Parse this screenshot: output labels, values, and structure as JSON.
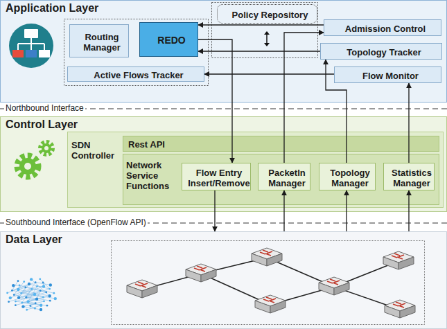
{
  "diagram": {
    "nodes": [
      {
        "text": [
          "Application Layer"
        ]
      },
      {
        "text": [
          "Policy Repository"
        ],
        "in": 0
      },
      {
        "text": [
          "Routing Manager"
        ],
        "in": 0
      },
      {
        "text": [
          "REDO"
        ],
        "in": 0
      },
      {
        "text": [
          "Admission Control"
        ],
        "in": 0
      },
      {
        "text": [
          "Topology Tracker"
        ],
        "in": 0
      },
      {
        "text": [
          "Active Flows Tracker"
        ],
        "in": 0
      },
      {
        "text": [
          "Flow Monitor"
        ],
        "in": 0
      },
      {
        "text": [
          "Control Layer"
        ]
      },
      {
        "text": [
          "SDN Controller"
        ],
        "in": 8
      },
      {
        "text": [
          "Rest API"
        ],
        "in": 9
      },
      {
        "text": [
          "Network Service Functions"
        ],
        "in": 9
      },
      {
        "text": [
          "Flow Entry Insert/Remove"
        ],
        "in": 11
      },
      {
        "text": [
          "PacketIn Manager"
        ],
        "in": 11
      },
      {
        "text": [
          "Topology Manager"
        ],
        "in": 11
      },
      {
        "text": [
          "Statistics Manager"
        ],
        "in": 11
      },
      {
        "text": [
          "Data Layer"
        ]
      }
    ],
    "edges": [
      {
        "from": 4,
        "to": 3,
        "arrow": "to"
      },
      {
        "from": 5,
        "to": 3,
        "arrow": "to"
      },
      {
        "from": 7,
        "to": 6,
        "arrow": "to"
      },
      {
        "from": 3,
        "to": 12,
        "arrow": "to"
      },
      {
        "from": 13,
        "to": 4,
        "arrow": "to"
      },
      {
        "from": 14,
        "to": 5,
        "arrow": "to"
      },
      {
        "from": 15,
        "to": 7,
        "arrow": "to"
      },
      {
        "from": 12,
        "to": 16,
        "arrow": "to"
      },
      {
        "from": 16,
        "to": 13,
        "arrow": "to"
      },
      {
        "from": 16,
        "to": 14,
        "arrow": "to"
      },
      {
        "from": 16,
        "to": 15,
        "arrow": "to"
      }
    ],
    "labels": [
      "Northbound Interface",
      "Southbound Interface (OpenFlow API)"
    ]
  }
}
